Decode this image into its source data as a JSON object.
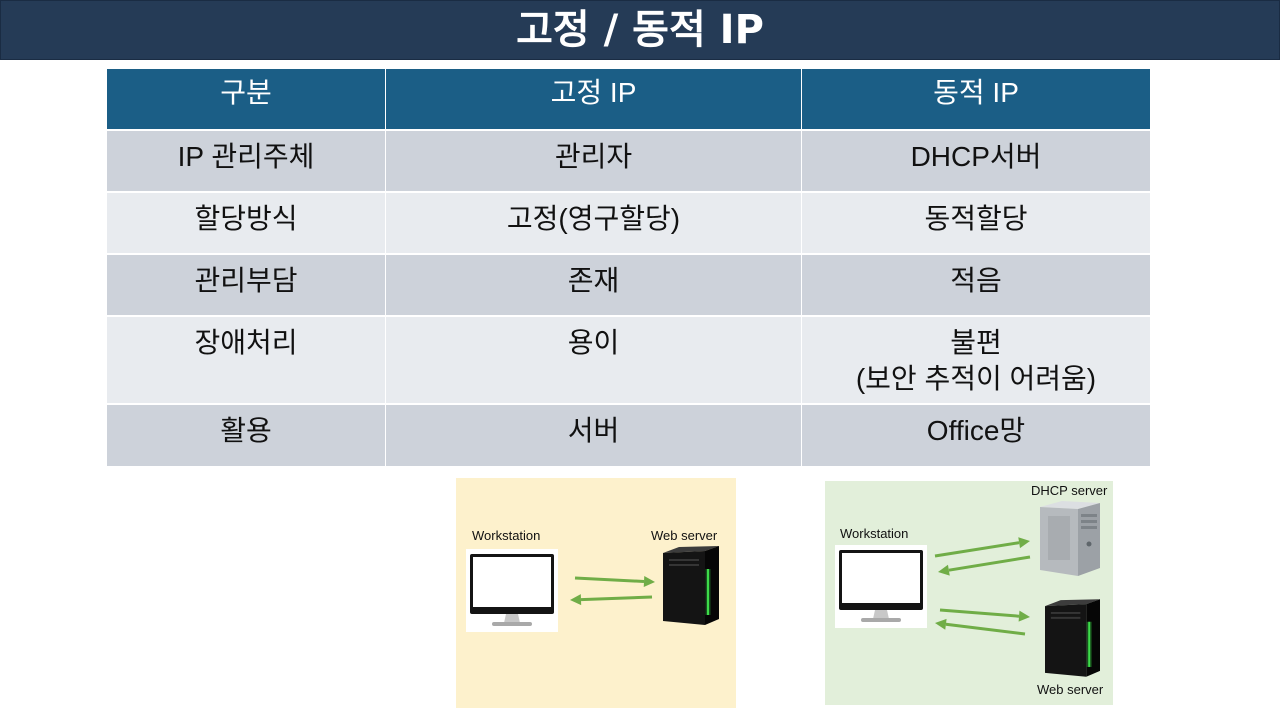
{
  "slide": {
    "title": "고정 / 동적 IP"
  },
  "table": {
    "headers": [
      "구분",
      "고정 IP",
      "동적 IP"
    ],
    "rows": [
      [
        "IP 관리주체",
        "관리자",
        "DHCP서버"
      ],
      [
        "할당방식",
        "고정(영구할당)",
        "동적할당"
      ],
      [
        "관리부담",
        "존재",
        "적음"
      ],
      [
        "장애처리",
        "용이",
        "불편\n(보안 추적이 어려움)"
      ],
      [
        "활용",
        "서버",
        "Office망"
      ]
    ]
  },
  "static_ip_diagram": {
    "workstation_label": "Workstation",
    "web_server_label": "Web server",
    "icons": [
      "monitor-icon",
      "server-icon",
      "arrow-right-icon",
      "arrow-left-icon"
    ]
  },
  "dynamic_ip_diagram": {
    "dhcp_server_label": "DHCP server",
    "workstation_label": "Workstation",
    "web_server_label": "Web server",
    "icons": [
      "server-icon",
      "monitor-icon",
      "arrow-right-icon",
      "arrow-left-icon"
    ]
  },
  "colors": {
    "title_bar": "#253b56",
    "title_text": "#ffffff",
    "table_header": "#1b5e86",
    "row_dark": "#cdd2da",
    "row_light": "#e8ebef",
    "static_diagram_bg": "#fdf1cc",
    "dynamic_diagram_bg": "#e2efda",
    "arrow": "#70ad47"
  }
}
